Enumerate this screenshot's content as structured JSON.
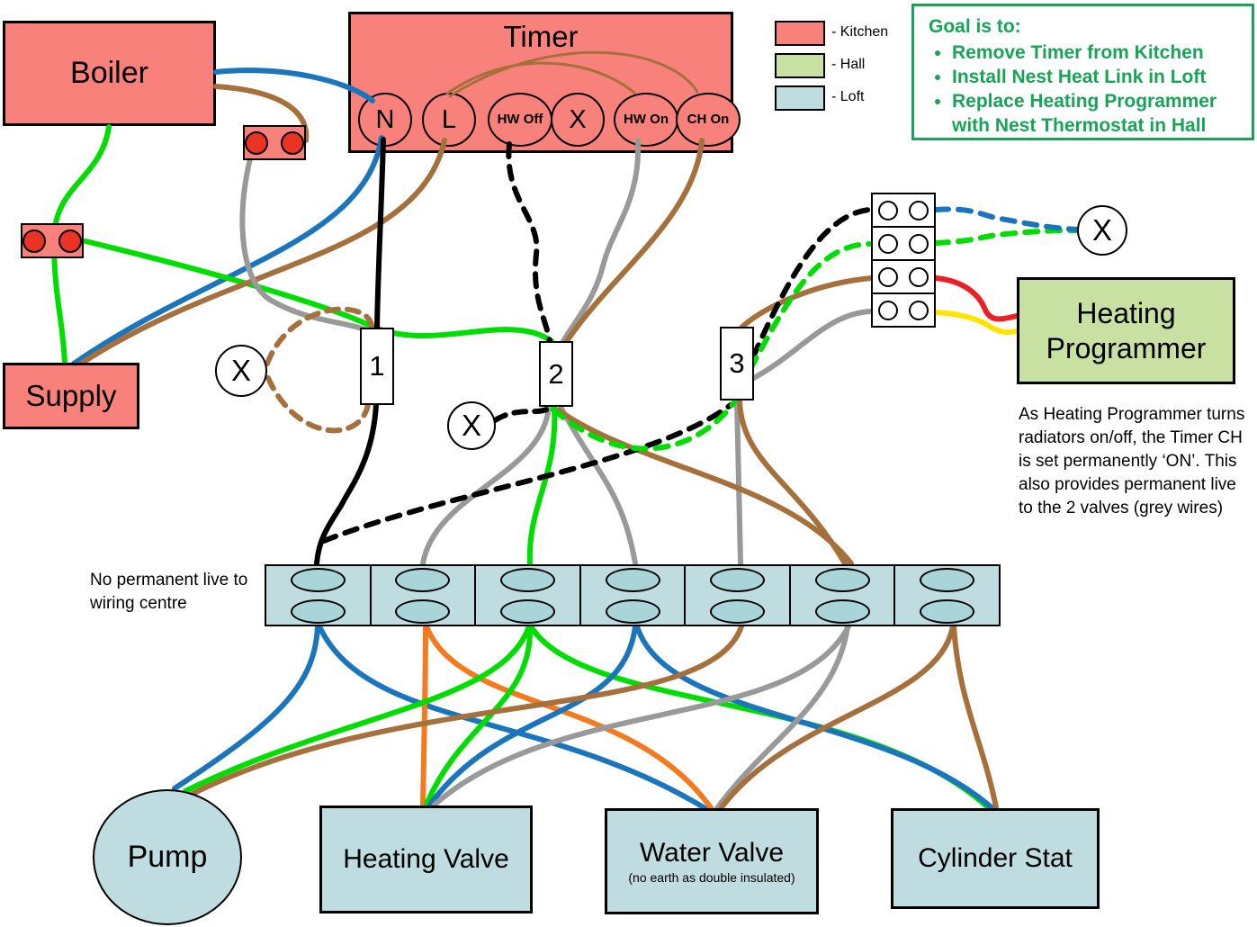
{
  "colors": {
    "kitchen": "#f8827b",
    "hall": "#c9e0a3",
    "loft": "#bfdce1",
    "oval": "#a9d4d8",
    "terminal_red": "#ea3323",
    "goal_green": "#18a457",
    "blue": "#1b75bc",
    "green": "#00dd00",
    "brown": "#a5703c",
    "grey": "#999999",
    "black": "#000000",
    "orange": "#f47a20",
    "red": "#ec2024",
    "yellow": "#ffe400"
  },
  "boxes": {
    "boiler": "Boiler",
    "timer": "Timer",
    "supply": "Supply",
    "heating_programmer": "Heating Programmer",
    "pump": "Pump",
    "heating_valve": "Heating Valve",
    "water_valve": "Water Valve",
    "water_valve_note": "(no earth as double insulated)",
    "cylinder_stat": "Cylinder Stat"
  },
  "timer_terminals": [
    "N",
    "L",
    "HW Off",
    "X",
    "HW On",
    "CH On"
  ],
  "junctions": [
    "1",
    "2",
    "3"
  ],
  "x_marker": "X",
  "legend": {
    "items": [
      {
        "label": "- Kitchen"
      },
      {
        "label": "- Hall"
      },
      {
        "label": "- Loft"
      }
    ]
  },
  "goal": {
    "title": "Goal is to:",
    "bullets": [
      "Remove Timer from Kitchen",
      "Install Nest Heat Link in Loft",
      "Replace Heating Programmer with Nest Thermostat in Hall"
    ]
  },
  "notes": {
    "wiring_centre": "No permanent live to wiring centre",
    "programmer": "As Heating Programmer turns radiators on/off, the Timer CH is set permanently ‘ON’. This also provides permanent live to the 2 valves (grey wires)"
  }
}
